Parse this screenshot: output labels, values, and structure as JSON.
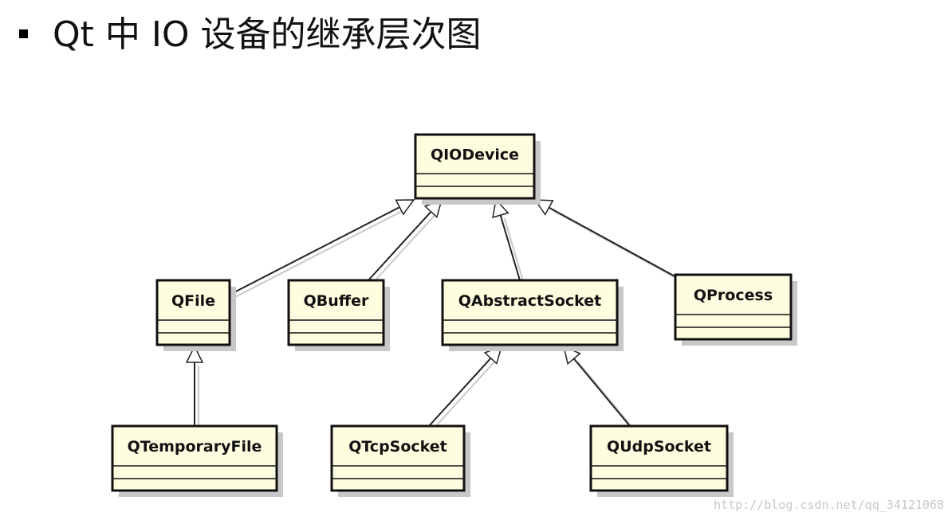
{
  "title": "Qt 中 IO 设备的继承层次图",
  "diagram": {
    "classes": [
      {
        "id": "qiodevice",
        "name": "QIODevice"
      },
      {
        "id": "qfile",
        "name": "QFile"
      },
      {
        "id": "qbuffer",
        "name": "QBuffer"
      },
      {
        "id": "qabstractsocket",
        "name": "QAbstractSocket"
      },
      {
        "id": "qprocess",
        "name": "QProcess"
      },
      {
        "id": "qtemporaryfile",
        "name": "QTemporaryFile"
      },
      {
        "id": "qtcpsocket",
        "name": "QTcpSocket"
      },
      {
        "id": "qudpsocket",
        "name": "QUdpSocket"
      }
    ],
    "inheritance": [
      {
        "child": "qfile",
        "parent": "qiodevice"
      },
      {
        "child": "qbuffer",
        "parent": "qiodevice"
      },
      {
        "child": "qabstractsocket",
        "parent": "qiodevice"
      },
      {
        "child": "qprocess",
        "parent": "qiodevice"
      },
      {
        "child": "qtemporaryfile",
        "parent": "qfile"
      },
      {
        "child": "qtcpsocket",
        "parent": "qabstractsocket"
      },
      {
        "child": "qudpsocket",
        "parent": "qabstractsocket"
      }
    ],
    "colors": {
      "box_fill": "#fffde0",
      "box_border": "#111111",
      "shadow": "#c8c8c8"
    }
  },
  "watermark": "http://blog.csdn.net/qq_34121068"
}
